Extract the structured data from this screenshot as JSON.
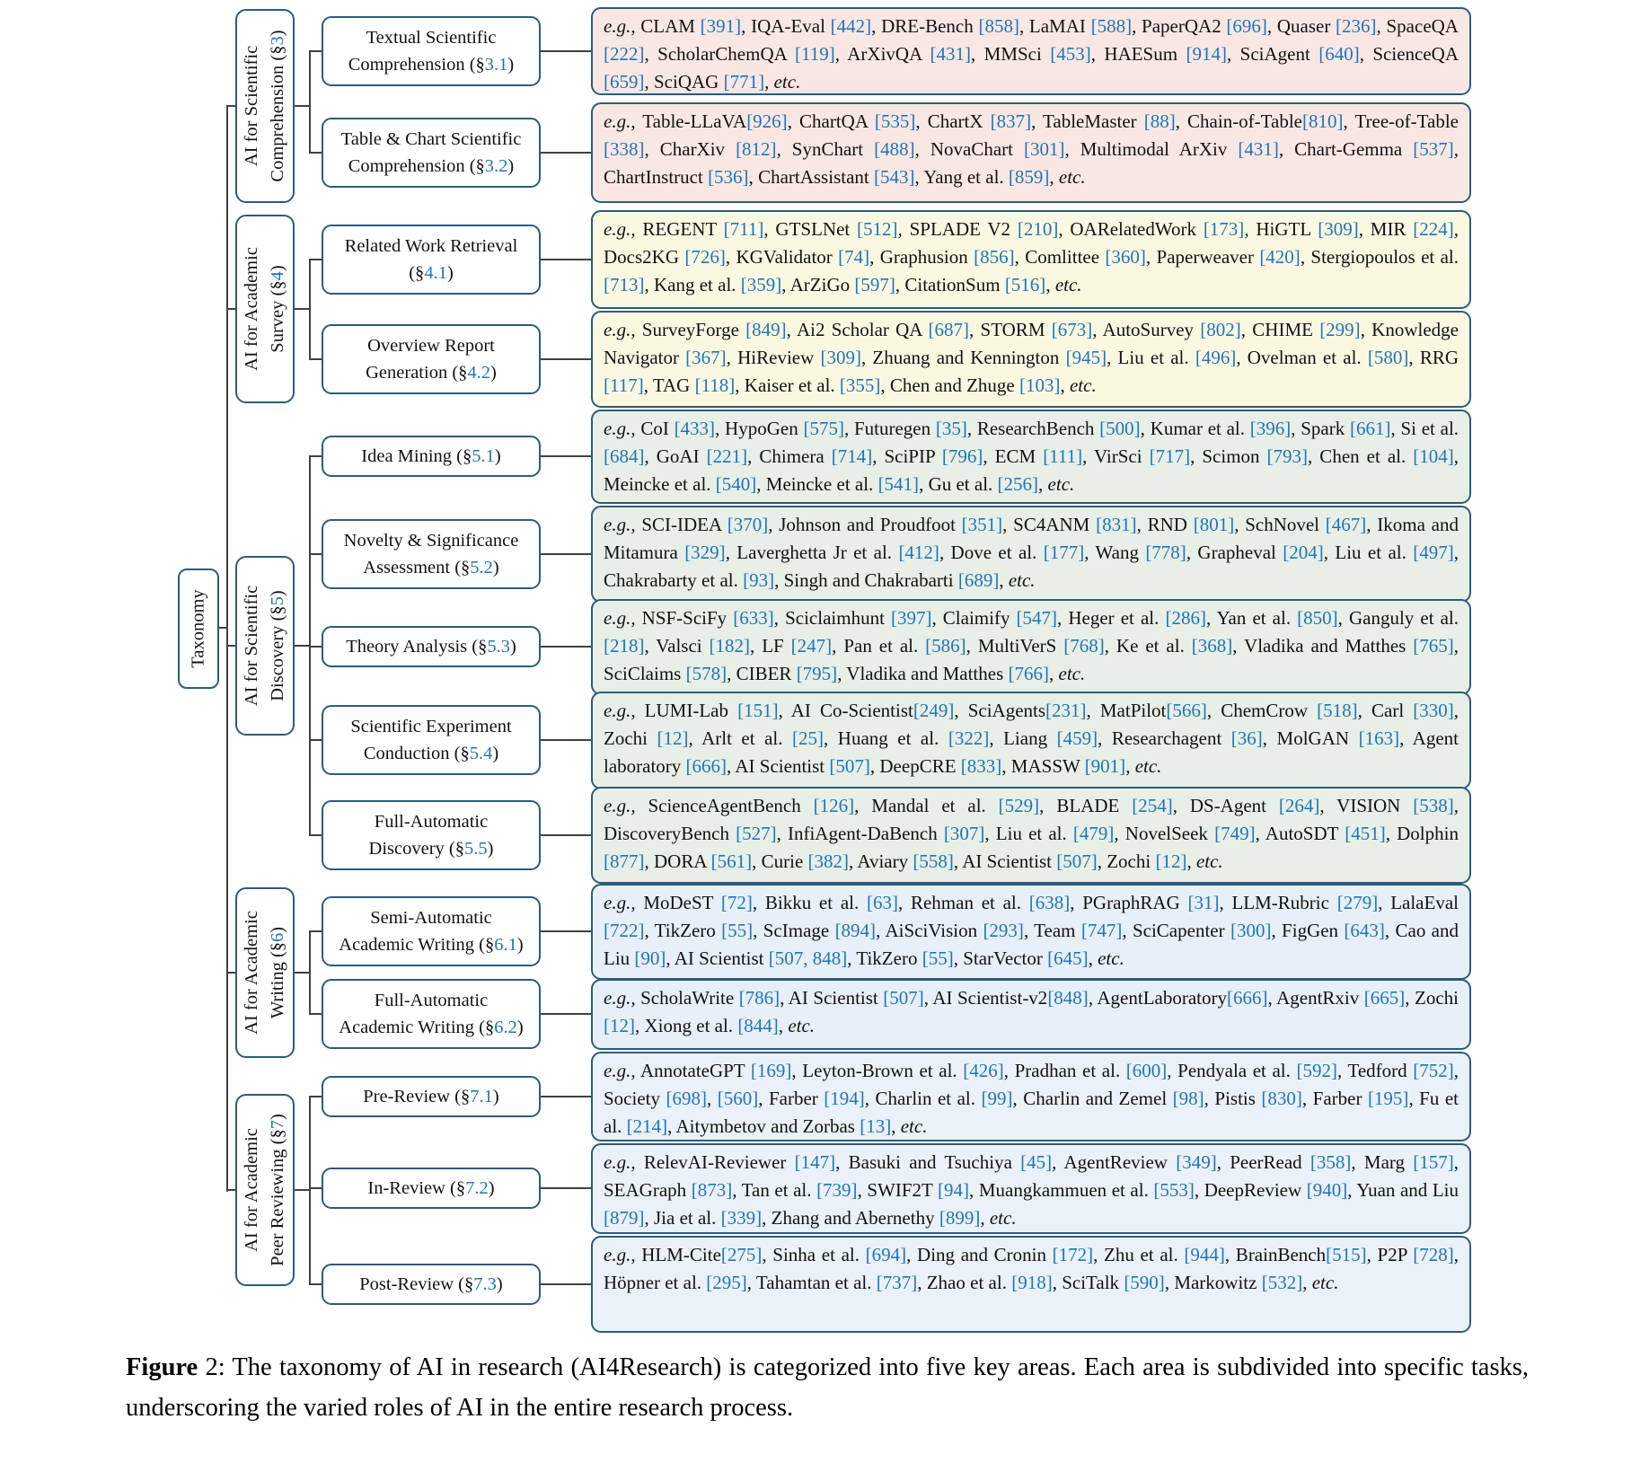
{
  "figure": {
    "root_label": "Taxonomy",
    "caption_bold": "Figure",
    "caption_rest": " 2: The taxonomy of AI in research (AI4Research) is categorized into five key areas. Each area is subdivided into specific tasks, underscoring the varied roles of AI in the entire research process."
  },
  "colors": {
    "box_border": "#2b5c7b",
    "link_blue": "#2175b8",
    "connector_gray": "#404040",
    "fill_comprehension": "#f9e7e3",
    "fill_survey": "#fbf8e2",
    "fill_discovery": "#e7efe6",
    "fill_writing": "#e7eff8",
    "fill_reviewing": "#eaf1f8"
  },
  "tree": [
    {
      "category_lines": [
        "AI for Scientific",
        "Comprehension (§3)"
      ],
      "color": "#f9e7e3",
      "children": [
        {
          "lines": [
            "Textual Scientific",
            "Comprehension (§3.1)"
          ],
          "examples": "e.g., CLAM [391], IQA-Eval [442], DRE-Bench [858], LaMAI [588], PaperQA2 [696], Quaser [236], SpaceQA [222], ScholarChemQA [119], ArXivQA [431], MMSci [453], HAESum [914], SciAgent [640], ScienceQA [659], SciQAG [771], etc."
        },
        {
          "lines": [
            "Table & Chart Scientific",
            "Comprehension (§3.2)"
          ],
          "examples": "e.g., Table-LLaVA[926], ChartQA [535], ChartX [837], TableMaster [88], Chain-of-Table[810], Tree-of-Table [338], CharXiv [812], SynChart [488], NovaChart [301], Multimodal ArXiv [431], Chart-Gemma [537], ChartInstruct [536], ChartAssistant [543], Yang et al. [859], etc."
        }
      ]
    },
    {
      "category_lines": [
        "AI for Academic",
        "Survey (§4)"
      ],
      "color": "#fbf8e2",
      "children": [
        {
          "lines": [
            "Related Work Retrieval",
            "(§4.1)"
          ],
          "examples": "e.g., REGENT [711], GTSLNet [512], SPLADE V2 [210], OARelatedWork [173], HiGTL [309], MIR [224], Docs2KG [726], KGValidator [74], Graphusion [856], Comlittee [360], Paperweaver [420], Stergiopoulos et al. [713], Kang et al. [359], ArZiGo [597], CitationSum [516], etc."
        },
        {
          "lines": [
            "Overview Report",
            "Generation (§4.2)"
          ],
          "examples": "e.g., SurveyForge [849], Ai2 Scholar QA [687], STORM [673], AutoSurvey [802], CHIME [299], Knowledge Navigator [367], HiReview [309], Zhuang and Kennington [945], Liu et al. [496], Ovelman et al. [580], RRG [117], TAG [118], Kaiser et al. [355], Chen and Zhuge [103], etc."
        }
      ]
    },
    {
      "category_lines": [
        "AI for Scientific",
        "Discovery (§5)"
      ],
      "color": "#e7efe6",
      "children": [
        {
          "lines": [
            "Idea Mining (§5.1)"
          ],
          "examples": "e.g., CoI [433], HypoGen [575], Futuregen [35], ResearchBench [500], Kumar et al. [396], Spark [661], Si et al. [684], GoAI [221], Chimera [714], SciPIP [796], ECM [111], VirSci [717], Scimon [793], Chen et al. [104], Meincke et al. [540], Meincke et al. [541], Gu et al. [256], etc."
        },
        {
          "lines": [
            "Novelty & Significance",
            "Assessment (§5.2)"
          ],
          "examples": "e.g., SCI-IDEA [370], Johnson and Proudfoot [351], SC4ANM [831], RND [801], SchNovel [467], Ikoma and Mitamura [329], Laverghetta Jr et al. [412], Dove et al. [177], Wang [778], Grapheval [204], Liu et al. [497], Chakrabarty et al. [93], Singh and Chakrabarti [689], etc."
        },
        {
          "lines": [
            "Theory Analysis (§5.3)"
          ],
          "examples": "e.g., NSF-SciFy [633], Sciclaimhunt [397], Claimify [547], Heger et al. [286], Yan et al. [850], Ganguly et al. [218], Valsci [182], LF [247], Pan et al. [586], MultiVerS [768], Ke et al. [368], Vladika and Matthes [765], SciClaims [578], CIBER [795], Vladika and Matthes [766], etc."
        },
        {
          "lines": [
            "Scientific Experiment",
            "Conduction (§5.4)"
          ],
          "examples": "e.g., LUMI-Lab [151], AI Co-Scientist[249], SciAgents[231], MatPilot[566], ChemCrow [518], Carl [330], Zochi [12], Arlt et al. [25], Huang et al. [322], Liang [459], Researchagent [36], MolGAN [163], Agent laboratory [666], AI Scientist [507], DeepCRE [833], MASSW [901], etc."
        },
        {
          "lines": [
            "Full-Automatic",
            "Discovery (§5.5)"
          ],
          "examples": "e.g., ScienceAgentBench [126], Mandal et al. [529], BLADE [254], DS-Agent [264], VISION [538], DiscoveryBench [527], InfiAgent-DaBench [307], Liu et al. [479], NovelSeek [749], AutoSDT [451], Dolphin [877], DORA [561], Curie [382], Aviary [558], AI Scientist [507], Zochi [12], etc."
        }
      ]
    },
    {
      "category_lines": [
        "AI for Academic",
        "Writing (§6)"
      ],
      "color": "#e7eff8",
      "children": [
        {
          "lines": [
            "Semi-Automatic",
            "Academic Writing (§6.1)"
          ],
          "examples": "e.g., MoDeST [72], Bikku et al. [63], Rehman et al. [638], PGraphRAG [31], LLM-Rubric [279], LalaEval [722], TikZero [55], ScImage [894], AiSciVision [293], Team [747], SciCapenter [300], FigGen [643], Cao and Liu [90], AI Scientist [507, 848], TikZero [55], StarVector [645], etc."
        },
        {
          "lines": [
            "Full-Automatic",
            "Academic Writing (§6.2)"
          ],
          "examples": "e.g., ScholaWrite [786], AI Scientist [507], AI Scientist-v2[848], AgentLaboratory[666], AgentRxiv [665], Zochi [12], Xiong et al. [844], etc."
        }
      ]
    },
    {
      "category_lines": [
        "AI for Academic",
        "Peer Reviewing (§7)"
      ],
      "color": "#eaf1f8",
      "children": [
        {
          "lines": [
            "Pre-Review (§7.1)"
          ],
          "examples": "e.g., AnnotateGPT [169], Leyton-Brown et al. [426], Pradhan et al. [600], Pendyala et al. [592], Tedford [752], Society [698], [560], Farber [194], Charlin et al. [99], Charlin and Zemel [98], Pistis [830], Farber [195], Fu et al. [214], Aitymbetov and Zorbas [13], etc."
        },
        {
          "lines": [
            "In-Review (§7.2)"
          ],
          "examples": "e.g., RelevAI-Reviewer [147], Basuki and Tsuchiya [45], AgentReview [349], PeerRead [358], Marg [157], SEAGraph [873], Tan et al. [739], SWIF2T [94], Muangkammuen et al. [553], DeepReview [940], Yuan and Liu [879], Jia et al. [339], Zhang and Abernethy [899], etc."
        },
        {
          "lines": [
            "Post-Review (§7.3)"
          ],
          "examples": "e.g., HLM-Cite[275], Sinha et al. [694], Ding and Cronin [172], Zhu et al. [944], BrainBench[515], P2P [728], Höpner et al. [295], Tahamtan et al. [737], Zhao et al. [918], SciTalk [590], Markowitz [532], etc."
        }
      ]
    }
  ]
}
